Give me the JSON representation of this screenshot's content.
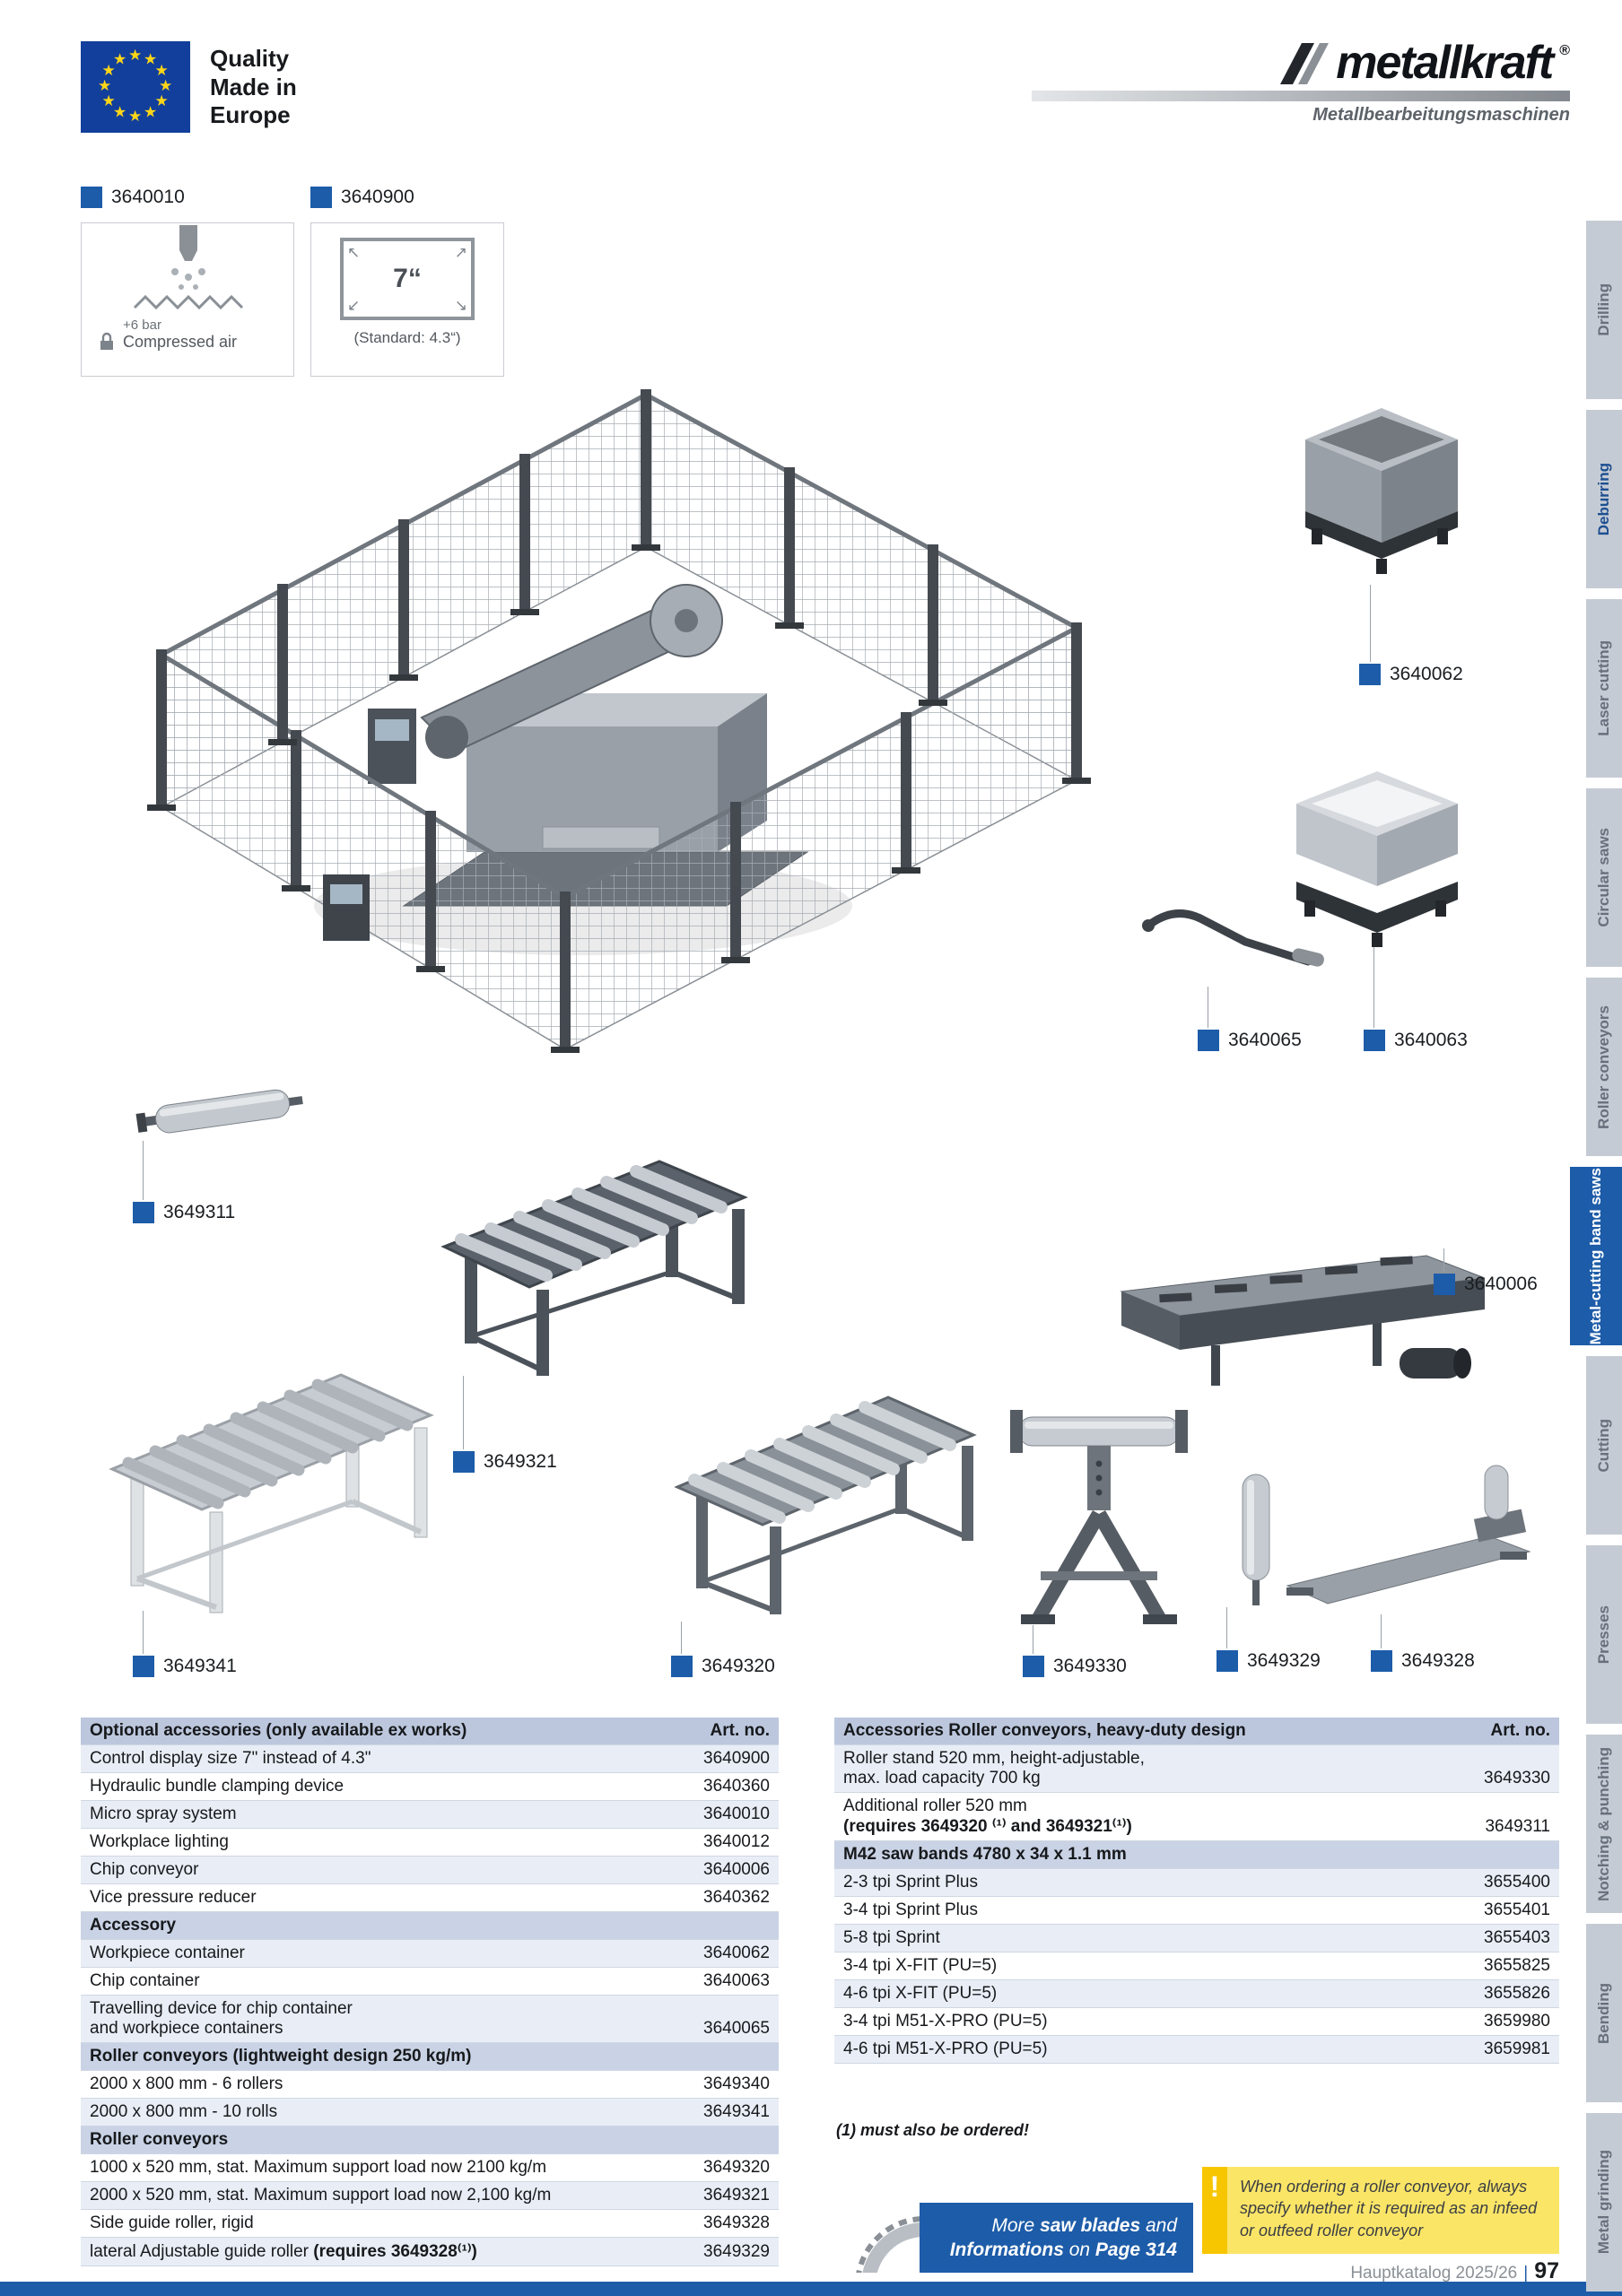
{
  "header": {
    "quality_lines": [
      "Quality",
      "Made in",
      "Europe"
    ],
    "brand_name": "metallkraft",
    "brand_reg": "®",
    "brand_tagline": "Metallbearbeitungsmaschinen",
    "star": "★"
  },
  "top_icons": {
    "air": {
      "art_no": "3640010",
      "bar_label": "+6 bar",
      "caption": "Compressed air"
    },
    "display": {
      "art_no": "3640900",
      "size": "7“",
      "standard": "(Standard: 4.3“)"
    }
  },
  "labels": {
    "workpiece_container": "3640062",
    "travelling_device": "3640065",
    "chip_container": "3640063",
    "roller_311": "3649311",
    "conveyor_321": "3649321",
    "chip_conveyor": "3640006",
    "conveyor_341": "3649341",
    "conveyor_320": "3649320",
    "roller_stand": "3649330",
    "guide_roller_329": "3649329",
    "side_guide_328": "3649328"
  },
  "sidebar": {
    "tabs": [
      {
        "label": "Drilling"
      },
      {
        "label": "Deburring",
        "emph": true
      },
      {
        "label": "Laser cutting"
      },
      {
        "label": "Circular saws"
      },
      {
        "label": "Roller conveyors"
      },
      {
        "label": "Metal-cutting band saws",
        "active": true
      },
      {
        "label": "Cutting"
      },
      {
        "label": "Presses"
      },
      {
        "label": "Notching & punching"
      },
      {
        "label": "Bending"
      },
      {
        "label": "Metal grinding"
      }
    ]
  },
  "tables": {
    "left": {
      "title": "Optional accessories (only available ex works)",
      "art_col": "Art. no.",
      "rows": [
        {
          "lines": [
            "Control display size 7\" instead of 4.3\""
          ],
          "art": "3640900"
        },
        {
          "lines": [
            "Hydraulic bundle clamping device"
          ],
          "art": "3640360"
        },
        {
          "lines": [
            "Micro spray system"
          ],
          "art": "3640010"
        },
        {
          "lines": [
            "Workplace lighting"
          ],
          "art": "3640012"
        },
        {
          "lines": [
            "Chip conveyor"
          ],
          "art": "3640006"
        },
        {
          "lines": [
            "Vice pressure reducer"
          ],
          "art": "3640362"
        },
        {
          "section": true,
          "lines": [
            "Accessory"
          ]
        },
        {
          "lines": [
            "Workpiece container"
          ],
          "art": "3640062"
        },
        {
          "lines": [
            "Chip container"
          ],
          "art": "3640063"
        },
        {
          "lines": [
            "Travelling device for chip container",
            "and workpiece containers"
          ],
          "art": "3640065"
        },
        {
          "section": true,
          "lines": [
            "Roller conveyors (lightweight design 250 kg/m)"
          ]
        },
        {
          "lines": [
            "2000 x 800 mm - 6 rollers"
          ],
          "art": "3649340"
        },
        {
          "lines": [
            "2000 x 800 mm - 10 rolls"
          ],
          "art": "3649341"
        },
        {
          "section": true,
          "lines": [
            "Roller conveyors"
          ]
        },
        {
          "lines": [
            "1000 x 520 mm, stat. Maximum support load now 2100 kg/m"
          ],
          "art": "3649320"
        },
        {
          "lines": [
            "2000 x 520 mm, stat. Maximum support load now 2,100 kg/m"
          ],
          "art": "3649321"
        },
        {
          "lines": [
            "Side guide roller, rigid"
          ],
          "art": "3649328"
        },
        {
          "lines": [
            [
              {
                "t": "lateral Adjustable guide roller "
              },
              {
                "t": "(requires 3649328⁽¹⁾)",
                "b": true
              }
            ]
          ],
          "art": "3649329"
        }
      ]
    },
    "right": {
      "title": "Accessories Roller conveyors, heavy-duty design",
      "art_col": "Art. no.",
      "rows": [
        {
          "lines": [
            "Roller stand 520 mm, height-adjustable,",
            "max. load capacity 700 kg"
          ],
          "art": "3649330"
        },
        {
          "lines": [
            "Additional roller 520 mm",
            [
              {
                "t": "(requires 3649320 ⁽¹⁾ and 3649321⁽¹⁾)",
                "b": true
              }
            ]
          ],
          "art": "3649311"
        },
        {
          "section": true,
          "lines": [
            "M42 saw bands 4780 x 34 x 1.1 mm"
          ]
        },
        {
          "lines": [
            "2-3 tpi Sprint Plus"
          ],
          "art": "3655400"
        },
        {
          "lines": [
            "3-4 tpi Sprint Plus"
          ],
          "art": "3655401"
        },
        {
          "lines": [
            "5-8 tpi Sprint"
          ],
          "art": "3655403"
        },
        {
          "lines": [
            "3-4 tpi X-FIT (PU=5)"
          ],
          "art": "3655825"
        },
        {
          "lines": [
            "4-6 tpi X-FIT (PU=5)"
          ],
          "art": "3655826"
        },
        {
          "lines": [
            "3-4 tpi M51-X-PRO (PU=5)"
          ],
          "art": "3659980"
        },
        {
          "lines": [
            "4-6 tpi M51-X-PRO (PU=5)"
          ],
          "art": "3659981"
        }
      ]
    }
  },
  "note": "(1) must also be ordered!",
  "banner": {
    "lines": [
      [
        {
          "t": "More "
        },
        {
          "t": "saw blades",
          "b": true
        },
        {
          "t": " and"
        }
      ],
      [
        {
          "t": "Informations",
          "b": true
        },
        {
          "t": " on "
        },
        {
          "t": "Page 314",
          "b": true
        }
      ]
    ]
  },
  "warning": "When ordering a roller conveyor, always specify whether it is required as an infeed or outfeed roller conveyor",
  "footer": {
    "catalog": "Hauptkatalog 2025/26",
    "sep": "|",
    "page": "97"
  },
  "colors": {
    "accent": "#1d5ca8",
    "warning_bar": "#f7c600",
    "warning_bg": "#fbe567"
  }
}
